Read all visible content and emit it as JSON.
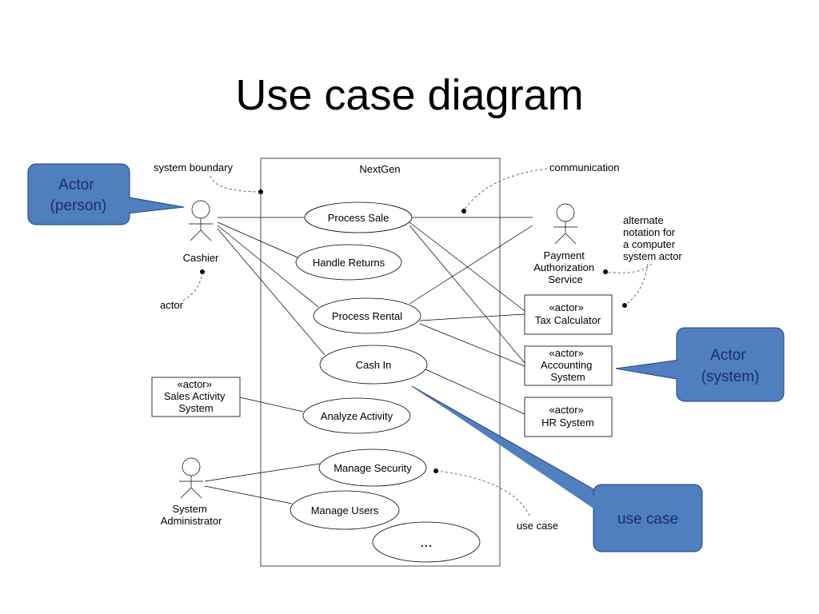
{
  "slide": {
    "title": "Use case diagram"
  },
  "colors": {
    "callout_fill": "#4F7FBF",
    "callout_stroke": "#1F3F7F",
    "callout_text": "#1A2E6B"
  },
  "system": {
    "name": "NextGen"
  },
  "use_cases": {
    "process_sale": "Process Sale",
    "handle_returns": "Handle Returns",
    "process_rental": "Process Rental",
    "cash_in": "Cash In",
    "analyze_activity": "Analyze Activity",
    "manage_security": "Manage Security",
    "manage_users": "Manage Users",
    "more": "..."
  },
  "actors": {
    "cashier": "Cashier",
    "payment": [
      "Payment",
      "Authorization",
      "Service"
    ],
    "sysadmin": [
      "System",
      "Administrator"
    ]
  },
  "system_actors": {
    "stereotype": "«actor»",
    "tax": [
      "Tax Calculator"
    ],
    "accounting": [
      "Accounting",
      "System"
    ],
    "hr": [
      "HR System"
    ],
    "sales": [
      "Sales Activity",
      "System"
    ]
  },
  "annotations": {
    "system_boundary": "system boundary",
    "communication": "communication",
    "actor": "actor",
    "alternate": [
      "alternate",
      "notation for",
      "a computer",
      "system actor"
    ],
    "use_case": "use case"
  },
  "callouts": {
    "person": [
      "Actor",
      "(person)"
    ],
    "system": [
      "Actor",
      "(system)"
    ],
    "use_case": "use case"
  }
}
